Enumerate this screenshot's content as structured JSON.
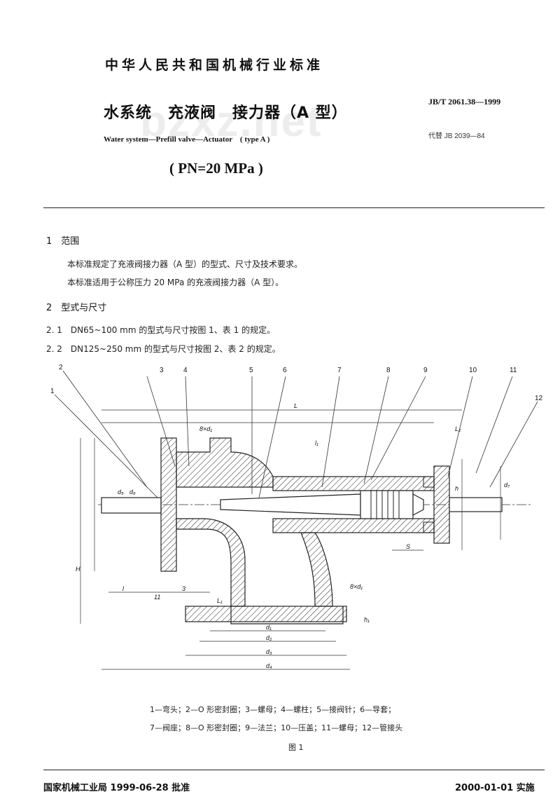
{
  "header": {
    "organization": "中华人民共和国机械行业标准",
    "standard_code": "JB/T 2061.38—1999",
    "replaces": "代替 JB 2039—84",
    "title_cn": "水系统　充液阀　接力器（A 型）",
    "title_en": "Water system—Prefill valve—Actuator　( type A )",
    "title_pn": "( PN=20 MPa )",
    "watermark": "bzxz.net"
  },
  "sections": {
    "s1_heading": "1　范围",
    "s1_p1": "本标准规定了充液阀接力器（A 型）的型式、尺寸及技术要求。",
    "s1_p2": "本标准适用于公称压力 20 MPa 的充液阀接力器（A 型）。",
    "s2_heading": "2　型式与尺寸",
    "s2_1": "2. 1　DN65~100 mm 的型式与尺寸按图 1、表 1 的规定。",
    "s2_2": "2. 2　DN125~250 mm 的型式与尺寸按图 2、表 2 的规定。"
  },
  "figure": {
    "callouts": [
      "2",
      "1",
      "3",
      "4",
      "5",
      "6",
      "7",
      "8",
      "9",
      "10",
      "11",
      "12"
    ],
    "dims": {
      "L": "L",
      "L1": "L₁",
      "L2": "L₂",
      "l": "l",
      "l1": "l₁",
      "S": "S",
      "H": "H",
      "h": "h",
      "h1": "h₁",
      "d1": "d₁",
      "d2": "d₂",
      "d3": "d₃",
      "d4": "d₄",
      "d5": "d₅",
      "d6": "d₆",
      "d7": "d₇",
      "bolt": "8×d₁",
      "bolt2": "8×d₁",
      "three": "3",
      "eleven": "11"
    },
    "legend_line1": "1—弯头；2—O 形密封圈；3—螺母；4—螺柱；5—接阀针；6—导套；",
    "legend_line2": "7—阀座；8—O 形密封圈；9—法兰；10—压盖；11—螺母；12—管接头",
    "caption": "图 1"
  },
  "footer": {
    "issuer": "国家机械工业局 1999-06-28 批准",
    "effective": "2000-01-01 实施"
  }
}
